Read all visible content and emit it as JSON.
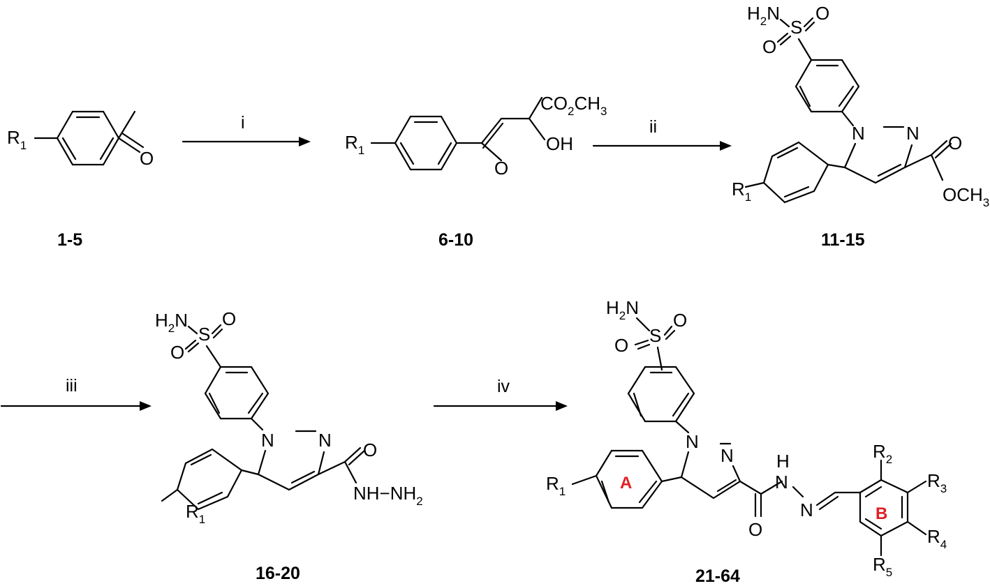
{
  "compounds": {
    "c1": "1-5",
    "c2": "6-10",
    "c3": "11-15",
    "c4": "16-20",
    "c5": "21-64"
  },
  "conditions": {
    "i": "i",
    "ii": "ii",
    "iii": "iii",
    "iv": "iv"
  },
  "substituents": {
    "r1": "1",
    "r2": "2",
    "r3": "3",
    "r4": "4",
    "r5": "5"
  },
  "ring_labels": {
    "a": "A",
    "b": "B"
  },
  "colors": {
    "ring_label": "#e31e24",
    "ink": "#000000"
  }
}
